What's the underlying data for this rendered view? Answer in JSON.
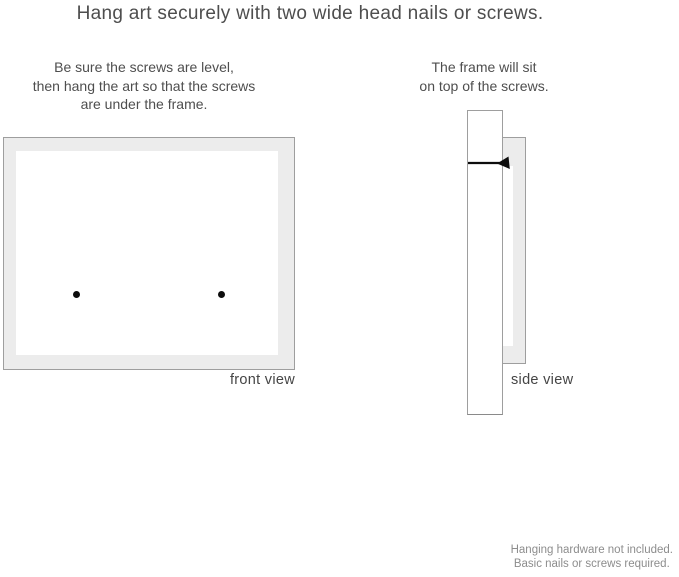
{
  "title": "Hang art securely with two wide head nails or screws.",
  "front_view": {
    "instruction_lines": [
      "Be sure the screws are level,",
      "then hang the art so that the screws",
      "are under the frame."
    ],
    "label": "front view",
    "screw_count": 2
  },
  "side_view": {
    "instruction_lines": [
      "The frame will sit",
      "on top of the screws."
    ],
    "label": "side view"
  },
  "footnote_lines": [
    "Hanging hardware not included.",
    "Basic nails or screws required."
  ],
  "colors": {
    "frame_fill": "#ececec",
    "frame_border": "#9e9e9e",
    "text": "#4e4e4e",
    "muted_text": "#8d8d8d",
    "hardware": "#0d0d0d"
  }
}
